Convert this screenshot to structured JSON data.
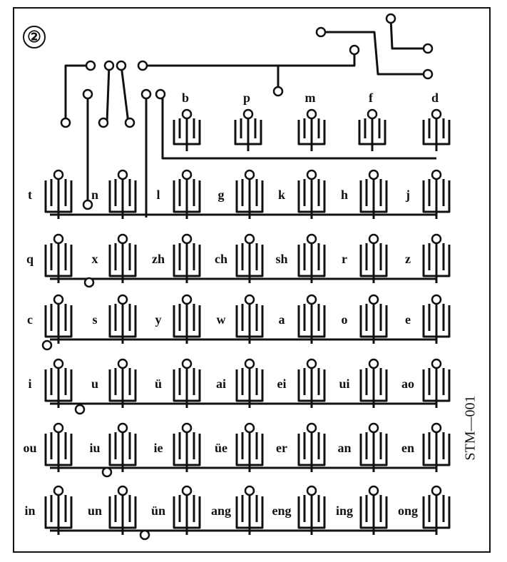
{
  "badge": "②",
  "code": "STM—001",
  "rows": [
    [
      "b",
      "p",
      "m",
      "f",
      "d"
    ],
    [
      "t",
      "n",
      "l",
      "g",
      "k",
      "h",
      "j"
    ],
    [
      "q",
      "x",
      "zh",
      "ch",
      "sh",
      "r",
      "z"
    ],
    [
      "c",
      "s",
      "y",
      "w",
      "a",
      "o",
      "e"
    ],
    [
      "i",
      "u",
      "ü",
      "ai",
      "ei",
      "ui",
      "ao"
    ],
    [
      "ou",
      "iu",
      "ie",
      "üe",
      "er",
      "an",
      "en"
    ],
    [
      "in",
      "un",
      "ün",
      "ang",
      "eng",
      "ing",
      "ong"
    ]
  ]
}
